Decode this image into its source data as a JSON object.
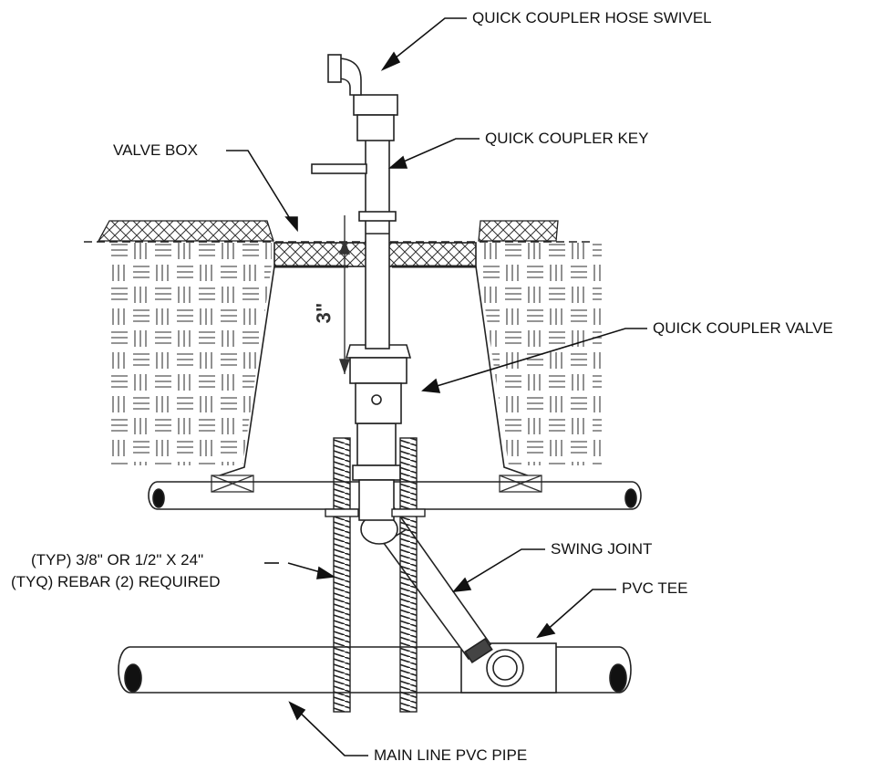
{
  "labels": {
    "hose_swivel": "QUICK COUPLER HOSE SWIVEL",
    "coupler_key": "QUICK COUPLER KEY",
    "valve_box": "VALVE BOX",
    "coupler_valve": "QUICK COUPLER VALVE",
    "swing_joint": "SWING JOINT",
    "pvc_tee": "PVC TEE",
    "rebar_line1": "(TYP)  3/8\" OR 1/2\" X 24\"",
    "rebar_line2": "(TYQ) REBAR (2) REQUIRED",
    "main_line": "MAIN LINE PVC PIPE"
  },
  "dimension": {
    "depth": "3\""
  },
  "colors": {
    "line": "#1a1a1a",
    "pattern": "#555555",
    "text": "#111111"
  }
}
